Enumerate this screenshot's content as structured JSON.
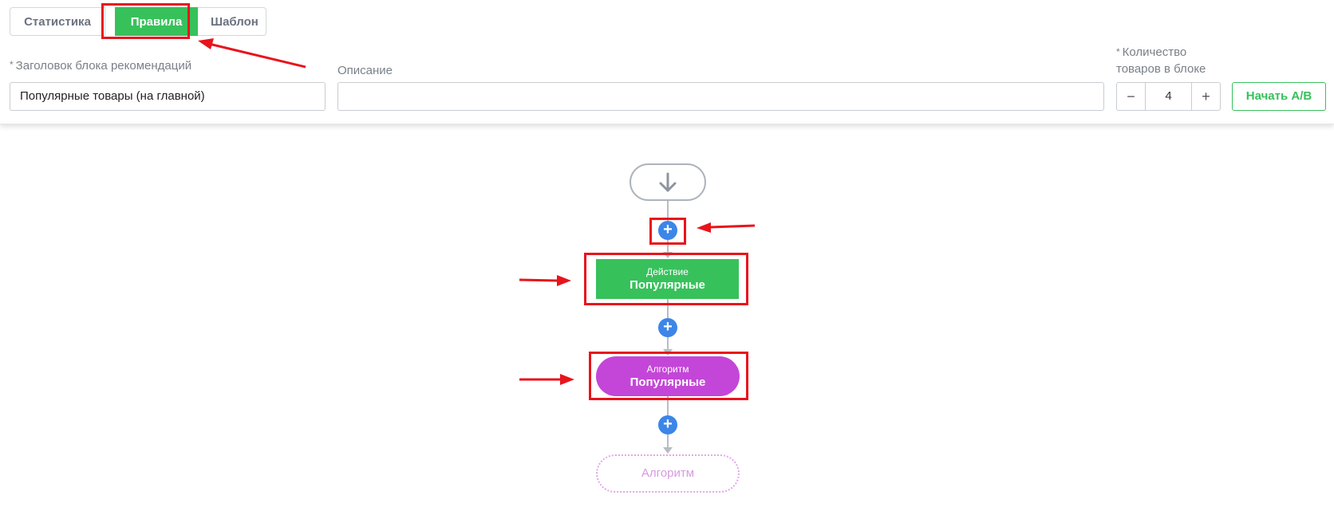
{
  "tabs": [
    {
      "label": "Статистика"
    },
    {
      "label": "Правила",
      "active": true
    },
    {
      "label": "Шаблон"
    }
  ],
  "form": {
    "title_label": "Заголовок блока рекомендаций",
    "title_value": "Популярные товары (на главной)",
    "description_label": "Описание",
    "description_value": "",
    "count_label_line1": "Количество",
    "count_label_line2": "товаров в блоке",
    "count_value": "4",
    "minus_symbol": "−",
    "plus_symbol": "+",
    "required_mark": "*",
    "ab_button_label": "Начать A/B"
  },
  "flow": {
    "add_symbol": "+",
    "action_node": {
      "type_label": "Действие",
      "name": "Популярные"
    },
    "algorithm_node": {
      "type_label": "Алгоритм",
      "name": "Популярные"
    },
    "placeholder_node": {
      "label": "Алгоритм"
    }
  },
  "colors": {
    "accent_green": "#37c15b",
    "algorithm_purple": "#c446d8",
    "add_blue": "#3b86e8",
    "annotation_red": "#e8141c"
  }
}
